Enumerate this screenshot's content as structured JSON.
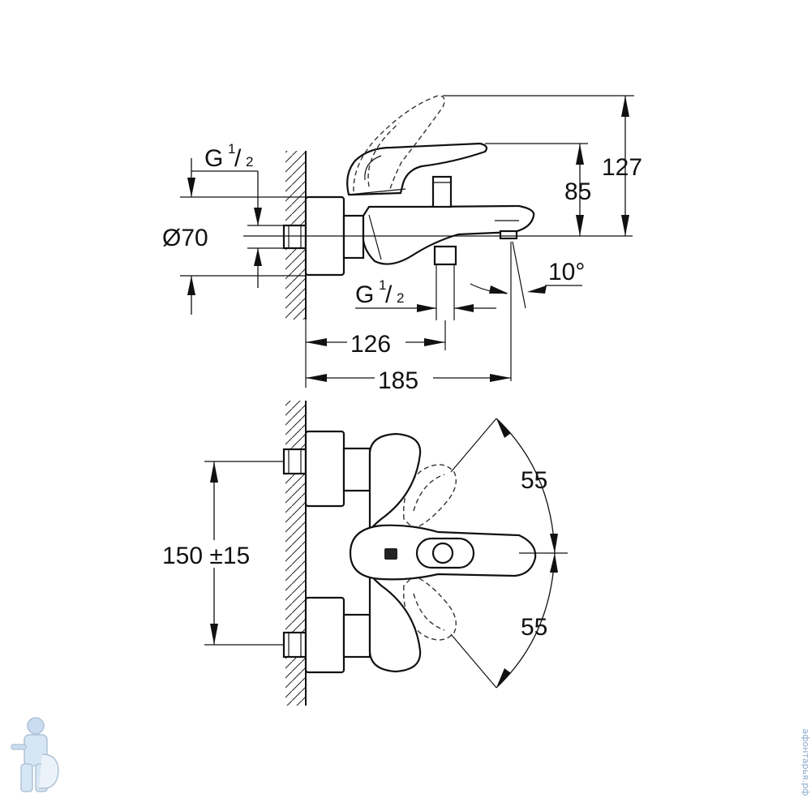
{
  "side_view": {
    "inlet_thread_left": {
      "g": "G",
      "num": "1",
      "den": "2"
    },
    "inlet_thread_bottom": {
      "g": "G",
      "num": "1",
      "den": "2"
    },
    "diameter": "Ø70",
    "height_total": "127",
    "height_spout": "85",
    "spout_angle": "10°",
    "depth_outlet": "126",
    "depth_total": "185"
  },
  "top_view": {
    "inlet_spacing": "150 ±15",
    "lever_swing_upper": "55",
    "lever_swing_lower": "55"
  },
  "watermark": {
    "text": "афонтарья.рф",
    "mascot_icon": "plumber-mascot-icon"
  },
  "colors": {
    "line": "#111111",
    "background": "#ffffff",
    "watermark": "#8aa9c8"
  }
}
